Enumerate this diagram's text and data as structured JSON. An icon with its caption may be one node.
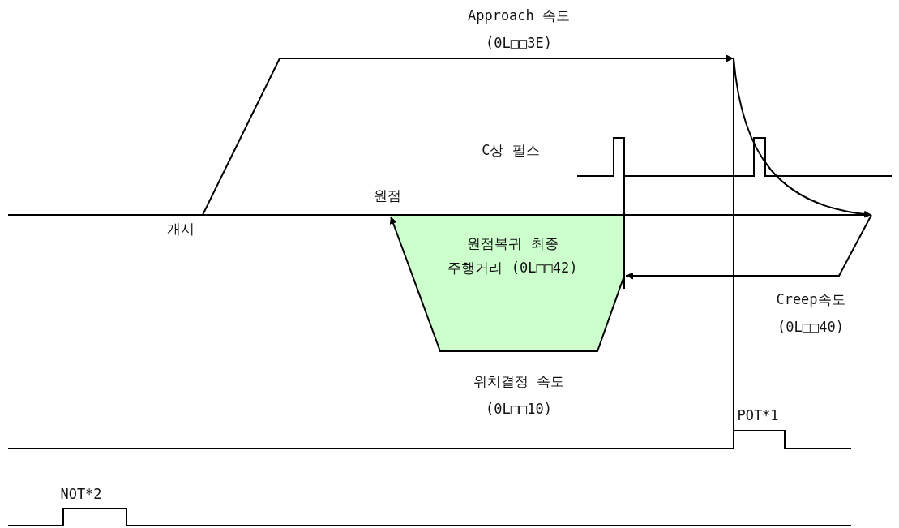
{
  "diagram": {
    "nodes": [
      {
        "text": [
          "원점복귀 최종 주행거리 (0L□□42)"
        ]
      }
    ],
    "labels": [
      "Approach 속도 (0L□□3E)",
      "C상 펄스",
      "원점",
      "개시",
      "Creep속도 (0L□□40)",
      "위치결정 속도 (0L□□10)",
      "POT*1",
      "NOT*2"
    ]
  }
}
